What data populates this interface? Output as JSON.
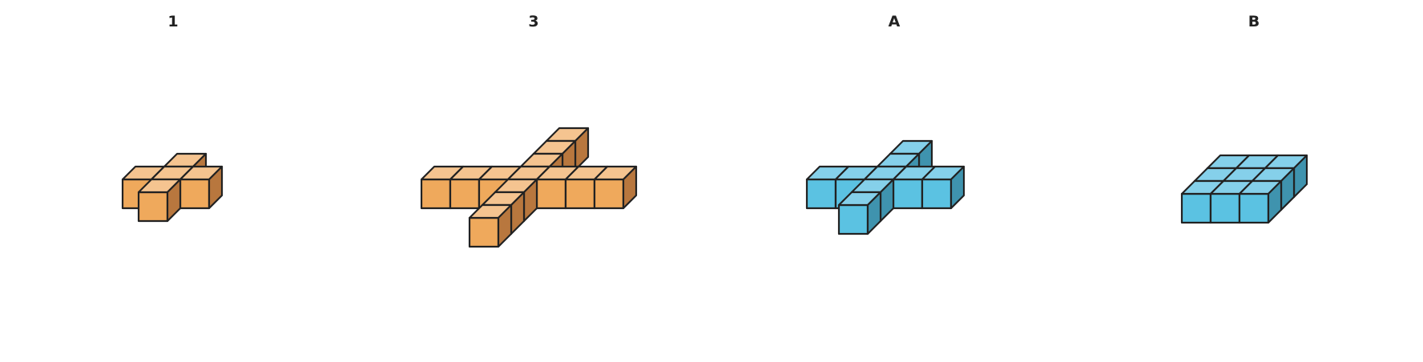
{
  "palette": {
    "orange": {
      "top": "#F5C490",
      "front": "#EFA95C",
      "side": "#B8773E"
    },
    "blue": {
      "top": "#85D0EA",
      "front": "#5BC2E2",
      "side": "#3F93AE"
    },
    "edge": "#222222"
  },
  "panels": [
    {
      "label": "1",
      "color": "orange",
      "cubes": [
        [
          0,
          0,
          0
        ],
        [
          1,
          0,
          0
        ],
        [
          2,
          0,
          0
        ],
        [
          1,
          1,
          0
        ],
        [
          1,
          -1,
          0
        ]
      ]
    },
    {
      "label": "3",
      "color": "orange",
      "cubes": [
        [
          0,
          0,
          0
        ],
        [
          1,
          0,
          0
        ],
        [
          2,
          0,
          0
        ],
        [
          3,
          0,
          0
        ],
        [
          4,
          0,
          0
        ],
        [
          5,
          0,
          0
        ],
        [
          6,
          0,
          0
        ],
        [
          3,
          1,
          0
        ],
        [
          3,
          2,
          0
        ],
        [
          3,
          3,
          0
        ],
        [
          3,
          -1,
          0
        ],
        [
          3,
          -2,
          0
        ],
        [
          3,
          -3,
          0
        ]
      ]
    },
    {
      "label": "A",
      "color": "blue",
      "cubes": [
        [
          0,
          0,
          0
        ],
        [
          1,
          0,
          0
        ],
        [
          2,
          0,
          0
        ],
        [
          3,
          0,
          0
        ],
        [
          4,
          0,
          0
        ],
        [
          2,
          1,
          0
        ],
        [
          2,
          2,
          0
        ],
        [
          2,
          -1,
          0
        ],
        [
          2,
          -2,
          0
        ]
      ]
    },
    {
      "label": "B",
      "color": "blue",
      "cubes": [
        [
          0,
          0,
          0
        ],
        [
          1,
          0,
          0
        ],
        [
          2,
          0,
          0
        ],
        [
          0,
          1,
          0
        ],
        [
          1,
          1,
          0
        ],
        [
          2,
          1,
          0
        ],
        [
          0,
          2,
          0
        ],
        [
          1,
          2,
          0
        ],
        [
          2,
          2,
          0
        ]
      ]
    }
  ]
}
